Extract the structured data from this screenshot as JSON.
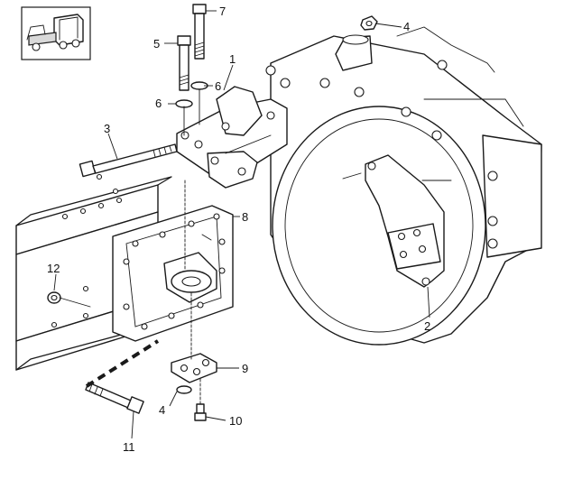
{
  "callouts": {
    "c1": "1",
    "c2": "2",
    "c3": "3",
    "c4a": "4",
    "c4b": "4",
    "c5": "5",
    "c6a": "6",
    "c6b": "6",
    "c7": "7",
    "c8": "8",
    "c9": "9",
    "c10": "10",
    "c11": "11",
    "c12": "12"
  },
  "icons": {
    "inset": "truck-cab-icon"
  },
  "colors": {
    "ink": "#1a1a1a",
    "background": "#ffffff"
  }
}
